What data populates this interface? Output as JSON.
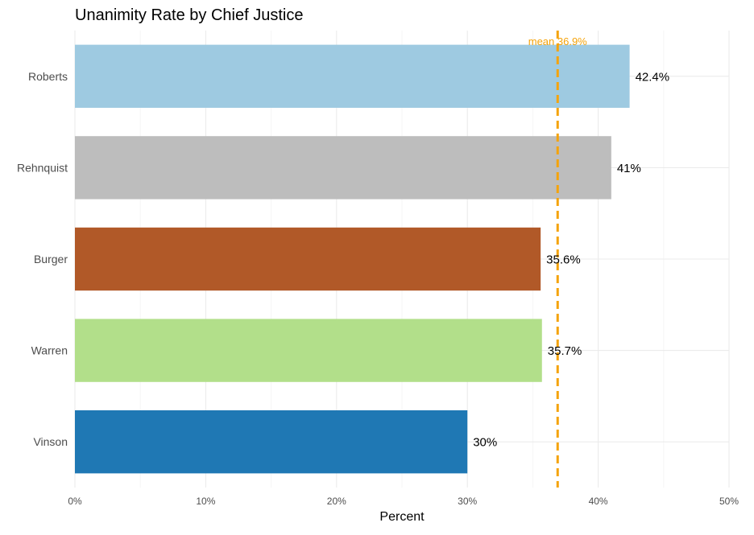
{
  "chart_data": {
    "type": "bar",
    "orientation": "horizontal",
    "title": "Unanimity Rate by Chief Justice",
    "xlabel": "Percent",
    "ylabel": "",
    "xlim": [
      0,
      50
    ],
    "x_ticks": [
      0,
      10,
      20,
      30,
      40,
      50
    ],
    "x_tick_labels": [
      "0%",
      "10%",
      "20%",
      "30%",
      "40%",
      "50%"
    ],
    "grid": true,
    "legend": "none",
    "categories": [
      "Roberts",
      "Rehnquist",
      "Burger",
      "Warren",
      "Vinson"
    ],
    "values": [
      42.4,
      41.0,
      35.6,
      35.7,
      30.0
    ],
    "data_labels": [
      "42.4%",
      "41%",
      "35.6%",
      "35.7%",
      "30%"
    ],
    "colors": [
      "#9ecae1",
      "#bdbdbd",
      "#b15928",
      "#b2df8a",
      "#1f78b4"
    ],
    "reference_line": {
      "value": 36.9,
      "label": "mean 36.9%",
      "color": "#f5a30a",
      "style": "dashed"
    }
  }
}
